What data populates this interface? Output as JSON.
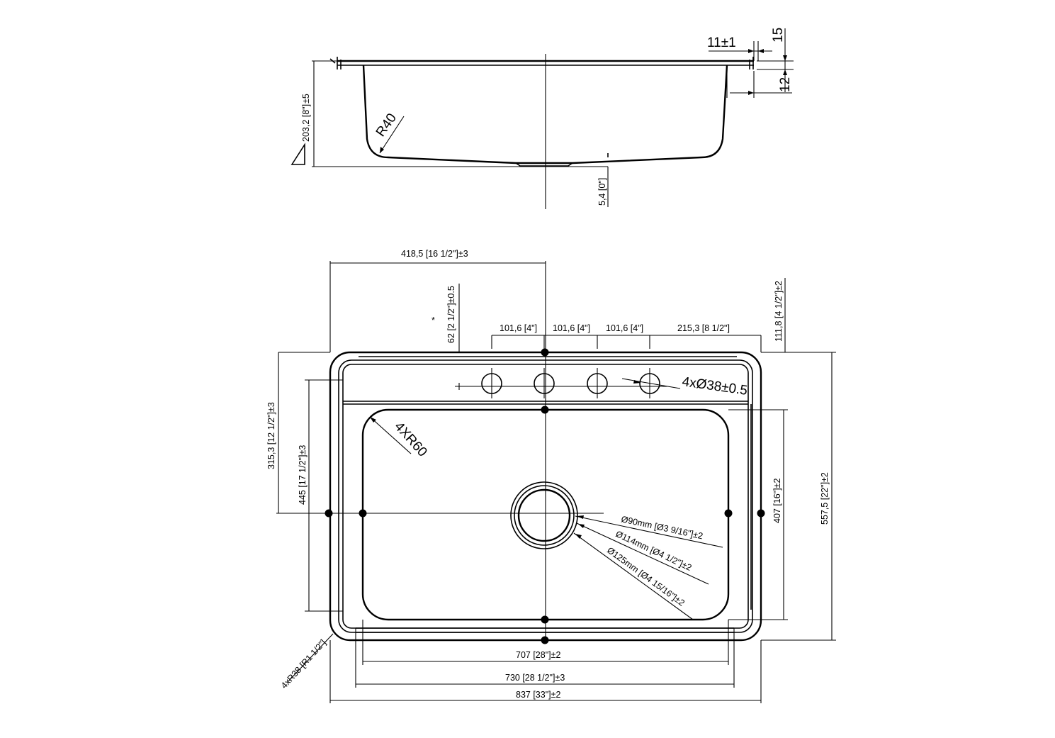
{
  "side_view": {
    "depth": "203,2 [8\"]",
    "depth_tolerance": "±5",
    "radius": "R40",
    "rim_width": "11±1",
    "rim_height": "15",
    "rim_flange": "12",
    "drain_drop": "5,4 [0\"]"
  },
  "top_view": {
    "center_offset_top": "418,5 [16 1/2\"]±3",
    "hole_row_offset": "62 [2 1/2\"]±0.5",
    "asterisk": "*",
    "hole_spacing_1": "101,6 [4\"]",
    "hole_spacing_2": "101,6 [4\"]",
    "hole_spacing_3": "101,6 [4\"]",
    "hole_right_margin": "215,3 [8 1/2\"]",
    "deck_depth": "111,8 [4 1/2\"]±2",
    "faucet_holes": "4xØ38±0.5",
    "inner_corner_radius": "4XR60",
    "center_offset_left": "315,3 [12 1/2\"]±3",
    "bowl_length_outer": "445 [17 1/2\"]±3",
    "bowl_length": "407 [16\"]±2",
    "overall_length": "557,5 [22\"]±2",
    "drain_90": "Ø90mm [Ø3 9/16\"]±2",
    "drain_114": "Ø114mm [Ø4 1/2\"]±2",
    "drain_125": "Ø125mm [Ø4 15/16\"]±2",
    "outer_corner_radius": "4xR38 [R1 1/2\"]",
    "bowl_width": "707 [28\"]±2",
    "cutout_width": "730 [28 1/2\"]±3",
    "overall_width": "837 [33\"]±2"
  }
}
